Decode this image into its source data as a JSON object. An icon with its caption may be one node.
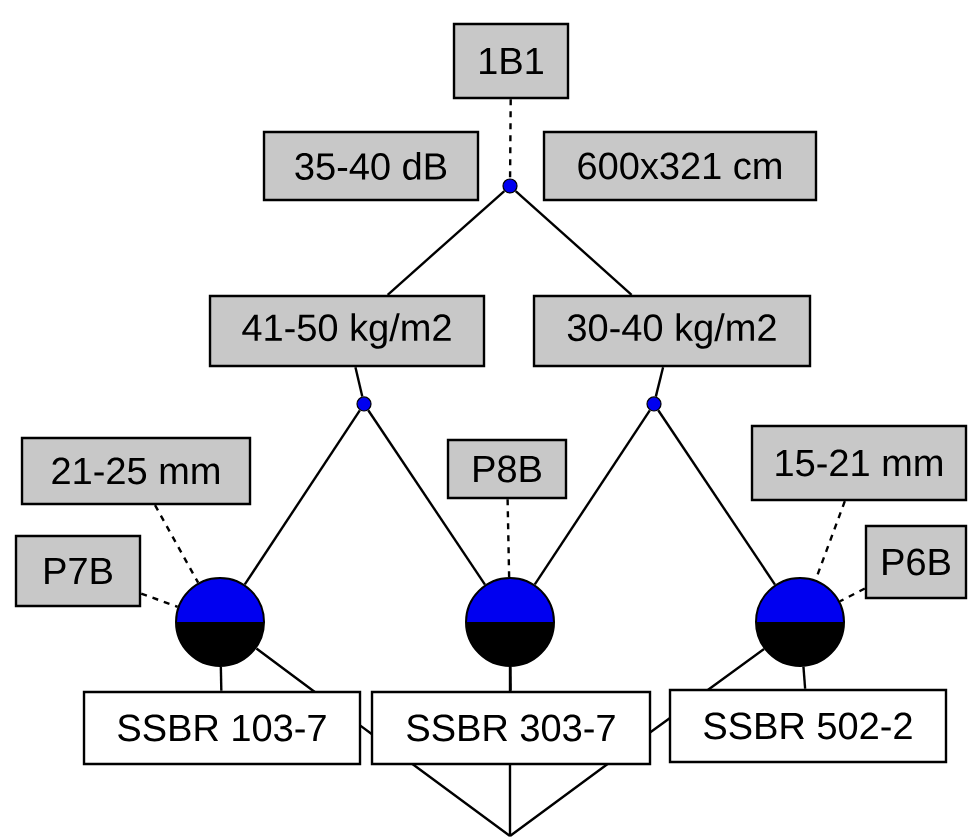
{
  "diagram": {
    "nodes": [
      {
        "text": [
          "1B1"
        ]
      },
      {
        "text": [
          "35-40 dB"
        ]
      },
      {
        "text": [
          "600x321 cm"
        ]
      },
      {
        "text": [],
        "shape": "circle"
      },
      {
        "text": [],
        "shape": "circle"
      },
      {
        "text": [],
        "shape": "circle"
      },
      {
        "text": [
          "21-25 mm"
        ]
      },
      {
        "text": [
          "P8B"
        ]
      },
      {
        "text": [
          "15-21 mm"
        ]
      },
      {
        "text": [
          "P7B"
        ]
      },
      {
        "text": [
          "P6B"
        ]
      },
      {
        "text": [],
        "shape": "circle"
      },
      {
        "text": [],
        "shape": "circle"
      },
      {
        "text": [],
        "shape": "circle"
      },
      {
        "text": [
          "SSBR 103-7"
        ]
      },
      {
        "text": [
          "SSBR 303-7"
        ]
      },
      {
        "text": [
          "SSBR 502-2"
        ]
      },
      {
        "text": [
          "41-50 kg/m2"
        ]
      },
      {
        "text": [
          "30-40 kg/m2"
        ]
      }
    ],
    "edges": [
      {
        "from": 0,
        "to": 3,
        "arrow": "none",
        "style": "dashed"
      },
      {
        "from": 3,
        "to": 17,
        "arrow": "none"
      },
      {
        "from": 17,
        "to": 4,
        "arrow": "none"
      },
      {
        "from": 3,
        "to": 18,
        "arrow": "none"
      },
      {
        "from": 18,
        "to": 5,
        "arrow": "none"
      },
      {
        "from": 4,
        "to": 11,
        "arrow": "none"
      },
      {
        "from": 4,
        "to": 12,
        "arrow": "none"
      },
      {
        "from": 5,
        "to": 12,
        "arrow": "none"
      },
      {
        "from": 5,
        "to": 13,
        "arrow": "none"
      },
      {
        "from": 6,
        "to": 11,
        "arrow": "none",
        "style": "dashed"
      },
      {
        "from": 9,
        "to": 11,
        "arrow": "none",
        "style": "dashed"
      },
      {
        "from": 7,
        "to": 12,
        "arrow": "none",
        "style": "dashed"
      },
      {
        "from": 8,
        "to": 13,
        "arrow": "none",
        "style": "dashed"
      },
      {
        "from": 10,
        "to": 13,
        "arrow": "none",
        "style": "dashed"
      },
      {
        "from": 14,
        "to": 11,
        "arrow": "none"
      },
      {
        "from": 15,
        "to": 12,
        "arrow": "none"
      },
      {
        "from": 16,
        "to": 13,
        "arrow": "none"
      },
      {
        "from": 11,
        "to": null,
        "arrow": "none"
      },
      {
        "from": 12,
        "to": null,
        "arrow": "none"
      },
      {
        "from": 13,
        "to": null,
        "arrow": "none"
      }
    ]
  }
}
